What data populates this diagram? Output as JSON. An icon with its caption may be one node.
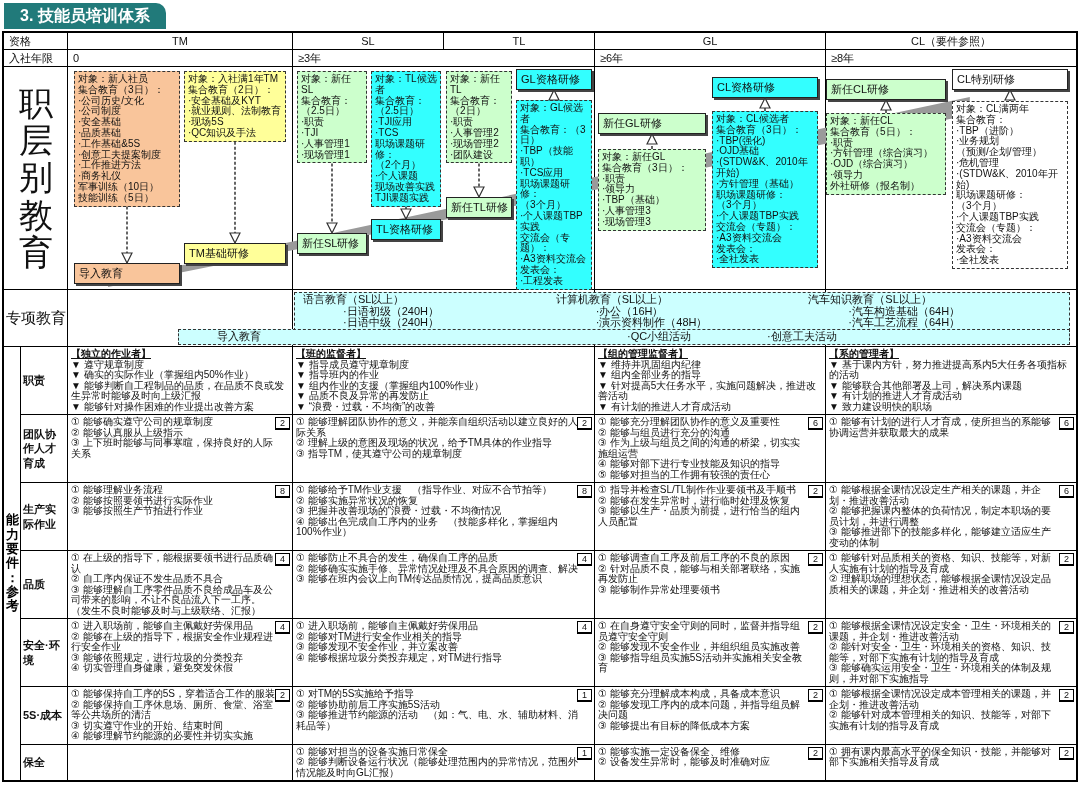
{
  "diagram": {
    "title": "3. 技能员培训体系",
    "nodes": [
      {
        "text": [
          "对象：新人社员",
          "集合教育（3日）：",
          "·公司历史/文化",
          "·公司制度",
          "·安全基础",
          "·品质基础",
          "·工作基础&5S",
          "·创意工夫提案制度",
          "·工作推进方法",
          "·商务礼仪",
          "军事训练（10日）",
          "技能训练（5日）"
        ]
      },
      {
        "text": [
          "导入教育"
        ]
      },
      {
        "text": [
          "对象：入社满1年TM",
          "集合教育（2日）：",
          "·安全基础及KYT",
          "·就业规则、法制教育",
          "·现场5S",
          "·QC知识及手法"
        ]
      },
      {
        "text": [
          "TM基础研修"
        ]
      },
      {
        "text": [
          "对象：新任SL",
          "集合教育：",
          "（2.5日）",
          "·职责",
          "·TJI",
          "·人事管理1",
          "·现场管理1"
        ]
      },
      {
        "text": [
          "新任SL研修"
        ]
      },
      {
        "text": [
          "对象：TL候选者",
          "集合教育：",
          "（2.5日）",
          "·TJI应用",
          "·TCS",
          "职场课题研修：",
          "（2个月）",
          "·个人课题",
          "现场改善实践",
          "TJI课题实践"
        ]
      },
      {
        "text": [
          "TL资格研修"
        ]
      },
      {
        "text": [
          "对象：新任TL",
          "集合教育：",
          "（2日）",
          "·职责",
          "·人事管理2",
          "·现场管理2",
          "·团队建设"
        ]
      },
      {
        "text": [
          "新任TL研修"
        ]
      },
      {
        "text": [
          "GL资格研修"
        ]
      },
      {
        "text": [
          "对象：GL候选者",
          "集合教育：（3日）",
          "·TBP（技能职）",
          "·TCS应用",
          "职场课题研修：",
          "（3个月）",
          "·个人课题TBP实践",
          "交流会（专题）：",
          "·A3资料交流会",
          "发表会：",
          "·工程发表"
        ]
      },
      {
        "text": [
          "新任GL研修"
        ]
      },
      {
        "text": [
          "对象：新任GL",
          "集合教育（3日）：",
          "·职责",
          "·领导力",
          "·TBP（基础）",
          "·人事管理3",
          "·现场管理3"
        ]
      },
      {
        "text": [
          "CL资格研修"
        ]
      },
      {
        "text": [
          "对象：CL候选者",
          "集合教育（3日）：",
          "·TBP(强化)",
          "·OJD基础",
          "·(STDW&K、2010年开始)",
          "·方针管理（基础）",
          "职场课题研修：",
          "（3个月）",
          "·个人课题TBP实践",
          "交流会（专题）：",
          "·A3资料交流会",
          "发表会：",
          "·全社发表"
        ]
      },
      {
        "text": [
          "新任CL研修"
        ]
      },
      {
        "text": [
          "对象：新任CL",
          "集合教育（5日）：",
          "·职责",
          "·方针管理（综合演习）",
          "·OJD（综合演习）",
          "·领导力",
          "外社研修（报名制）"
        ]
      },
      {
        "text": [
          "CL特别研修"
        ]
      },
      {
        "text": [
          "对象：CL满两年",
          "集合教育：",
          "·TBP（进阶）",
          "·业务规划",
          "（预测/企划/管理）",
          "·危机管理",
          "·(STDW&K、2010年开始)",
          "职场课题研修：",
          "（3个月）",
          "·个人课题TBP实践",
          "交流会（专题）：",
          "·A3资料交流会",
          "发表会：",
          "·全社发表"
        ]
      },
      {
        "text": [
          "语言教育（SL以上）",
          "·日语初级（240H）",
          "·日语中级（240H）",
          "计算机教育（SL以上）",
          "·办公（16H）",
          "·演示资料制作（48H）",
          "汽车知识教育（SL以上）",
          "·汽车构造基础（64H）",
          "·汽车工艺流程（64H）"
        ]
      },
      {
        "text": [
          "导入教育",
          "·QC小组活动",
          "·创意工夫活动"
        ]
      }
    ],
    "edges": [
      {
        "from": 0,
        "to": 1,
        "arrow": "to"
      },
      {
        "from": 2,
        "to": 3,
        "arrow": "to"
      },
      {
        "from": 4,
        "to": 5,
        "arrow": "to"
      },
      {
        "from": 6,
        "to": 7,
        "arrow": "to"
      },
      {
        "from": 8,
        "to": 9,
        "arrow": "to"
      },
      {
        "from": 11,
        "to": 10,
        "arrow": "to"
      },
      {
        "from": 13,
        "to": 12,
        "arrow": "to"
      },
      {
        "from": 15,
        "to": 14,
        "arrow": "to"
      },
      {
        "from": 17,
        "to": 16,
        "arrow": "to"
      },
      {
        "from": 19,
        "to": 18,
        "arrow": "to"
      }
    ],
    "labels": [
      "资格",
      "TM",
      "SL",
      "TL",
      "GL",
      "CL（要件参照）",
      "入社年限",
      "0",
      "≥3年",
      "≥6年",
      "≥8年",
      "职层别教育",
      "专项教育",
      "能力要件：参考",
      "职责",
      "【独立的作业者】",
      "▼ 遵守规章制度",
      "▼ 确实的实际作业（掌握组内50%作业）",
      "▼ 能够判断自工程制品的品质，在品质不良或发生异常时能够及时向上级汇报",
      "▼ 能够针对操作困难的作业提出改善方案",
      "【班的监督者】",
      "▼ 指导成员遵守规章制度",
      "▼ 指导班内的作业",
      "▼ 组内作业的支援（掌握组内100%作业）",
      "▼ 品质不良及异常的再发防止",
      "▼ “浪费・过载・不均衡”的改善",
      "【组的管理监督者】",
      "▼ 维持并巩固组内纪律",
      "▼ 组内全部业务的指导",
      "▼ 针对提高5大任务水平，实施问题解决，推进改善活动",
      "▼ 有计划的推进人才育成活动",
      "【系的管理者】",
      "▼ 基于课内方针，努力推进提高系内5大任务各项指标的活动",
      "▼ 能够联合其他部署及上司，解决系内课题",
      "▼ 有计划的推进人才育成活动",
      "▼ 致力建设明快的职场",
      "团队协作人才育成",
      "2",
      "① 能够确实遵守公司的规章制度",
      "② 能够认真服从上级指示",
      "③ 上下班时能够与同事寒暄，保持良好的人际关系",
      "2",
      "① 能够理解团队协作的意义，并能亲自组织活动以建立良好的人际关系",
      "② 理解上级的意图及现场的状况，给予TM具体的作业指导",
      "③ 指导TM，使其遵守公司的规章制度",
      "6",
      "① 能够充分理解团队协作的意义及重要性",
      "② 能够与组员进行充分的沟通",
      "③ 作为上级与组员之间的沟通的桥梁，切实实施组运营",
      "④ 能够对部下进行专业技能及知识的指导",
      "⑤ 能够对担当的工作拥有较强的责任心",
      "6",
      "① 能够有计划的进行人才育成，使所担当的系能够协调运营并获取最大的成果",
      "生产实际作业",
      "8",
      "① 能够理解业务流程",
      "② 能够按照要领书进行实际作业",
      "③ 能够按照生产节拍进行作业",
      "8",
      "① 能够给予TM作业支援　（指导作业、对应不合节拍等）",
      "② 能够实施异常状况的恢复",
      "③ 把握并改善现场的“浪费・过载・不均衡情况",
      "④ 能够出色完成自工序内的业务　（技能多样化，掌握组内100%作业）",
      "2",
      "① 指导并检查SL/TL制作作业要领书及手顺书",
      "② 能够在发生异常时，进行临时处理及恢复",
      "③ 能够以生产・品质为前提，进行恰当的组内人员配置",
      "6",
      "① 能够根据全课情况设定生产相关的课题，并企划・推进改善活动",
      "② 能够把握课内整体的负荷情况，制定本职场的要员计划，并进行调整",
      "③ 能够推进部下的技能多样化，能够建立适应生产变动的体制",
      "品质",
      "4",
      "① 在上级的指导下，能根据要领书进行品质确认",
      "② 自工序内保证不发生品质不具合",
      "③ 能够理解自工序零件品质不良给成品车及公司带来的影响，不让不良品流入下一工序。（发生不良时能够及时与上级联络、汇报）",
      "4",
      "① 能够防止不具合的发生，确保自工序的品质",
      "② 能够确实实施手修、异常情况处理及不具合原因的调查、解决",
      "③ 能够在班内会议上向TM传达品质情况，提高品质意识",
      "2",
      "① 能够调查自工序及前后工序的不良的原因",
      "② 针对品质不良，能够与相关部署联络，实施再发防止",
      "③ 能够制作异常处理要领书",
      "2",
      "① 能够针对品质相关的资格、知识、技能等，对新人实施有计划的指导及育成",
      "② 理解职场的理想状态，能够根据全课情况设定品质相关的课题，并企划・推进相关的改善活动",
      "安全·环境",
      "4",
      "① 进入职场前，能够自主佩戴好劳保用品",
      "② 能够在上级的指导下，根据安全作业规程进行安全作业",
      "③ 能够依照规定，进行垃圾的分类投弃",
      "④ 切实管理自身健康，避免突发休假",
      "4",
      "① 进入职场前，能够自主佩戴好劳保用品",
      "② 能够对TM进行安全作业相关的指导",
      "③ 能够发现不安全作业，并立案改善",
      "④ 能够根据垃圾分类投弃规定，对TM进行指导",
      "2",
      "① 在自身遵守安全守则的同时，监督并指导组员遵守安全守则",
      "② 能够发现不安全作业，并组织组员实施改善",
      "③ 能够指导组员实施5S活动并实施相关安全教育",
      "2",
      "① 能够根据全课情况设定安全・卫生・环境相关的课题，并企划・推进改善活动",
      "② 能针对安全・卫生・环境相关的资格、知识、技能等，对部下实施有计划的指导及育成",
      "③ 能够确实运用安全・卫生・环境相关的体制及规则，并对部下实施指导",
      "5S·成本",
      "2",
      "① 能够保持自工序的5S，穿着适合工作的服装",
      "② 能够保持自工序休息场、厕所、食堂、浴室等公共场所的清洁",
      "③ 切实遵守作业的开始、结束时间",
      "④ 能够理解节约能源的必要性并切实实施",
      "1",
      "① 对TM的5S实施给予指导",
      "② 能够协助前后工序实施5S活动",
      "③ 能够推进节约能源的活动　（如：气、电、水、辅助材料、消耗品等）",
      "2",
      "① 能够充分理解成本构成，具备成本意识",
      "② 能够发现工序内的成本问题，并指导组员解决问题",
      "③ 能够提出有目标的降低成本方案",
      "2",
      "① 能够根据全课情况设定成本管理相关的课题，并企划・推进改善活动",
      "② 能够针对成本管理相关的知识、技能等，对部下实施有计划的指导及育成",
      "保全",
      "1",
      "① 能够对担当的设备实施日常保全",
      "② 能够判断设备运行状况（能够处理范围内的异常情况，范围外情况能及时向GL汇报）",
      "2",
      "① 能够实施一定设备保全、维修",
      "② 设备发生异常时，能够及时准确对应",
      "2",
      "① 拥有课内最高水平的保全知识・技能，并能够对部下实施相关指导及育成"
    ]
  }
}
